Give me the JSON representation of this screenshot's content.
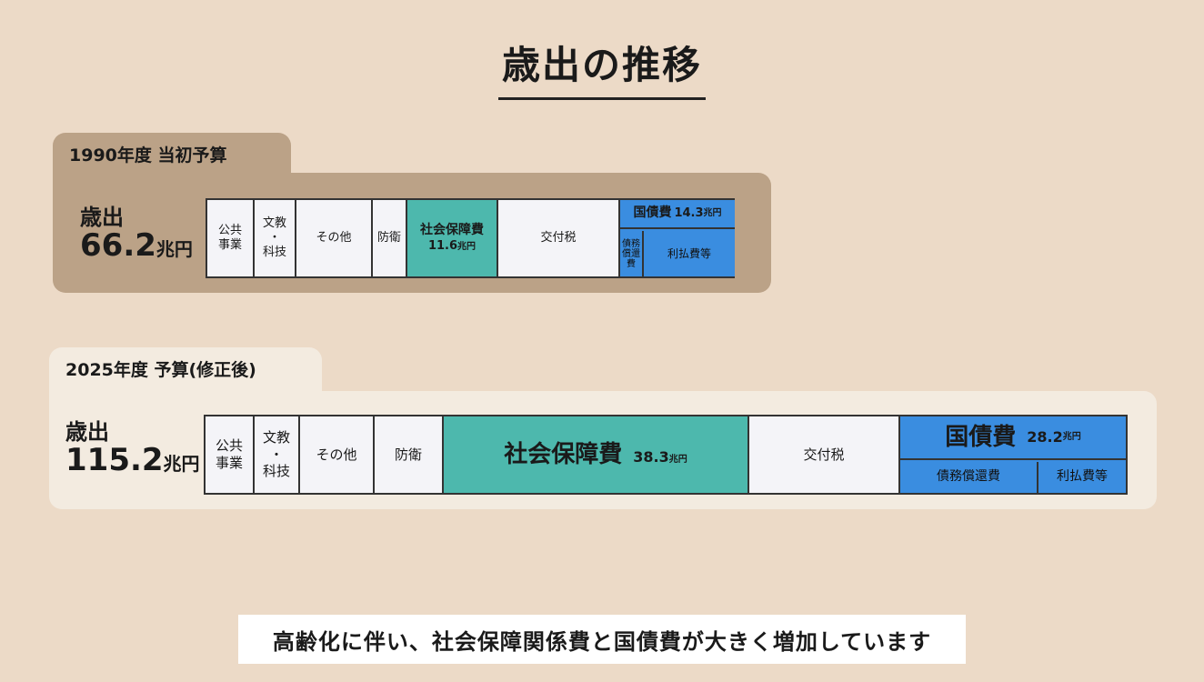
{
  "title": "歳出の推移",
  "caption": "高齢化に伴い、社会保障関係費と国債費が大きく増加しています",
  "colors": {
    "background": "#ecdac7",
    "panel1": "#bba287",
    "panel2": "#f3ebe0",
    "social": "#4db8ad",
    "debt": "#3a8de0",
    "other": "#f4f4f8"
  },
  "chart_data": [
    {
      "type": "bar",
      "label": "1990年度 当初予算",
      "total_label": "歳出",
      "total_value": "66.2",
      "total_unit": "兆円",
      "total": 66.2,
      "segments": [
        {
          "label": "公共\n事業"
        },
        {
          "label": "文教\n・\n科技"
        },
        {
          "label": "その他"
        },
        {
          "label": "防衛"
        },
        {
          "label": "社会保障費",
          "value": 11.6,
          "value_text": "11.6",
          "unit": "兆円"
        },
        {
          "label": "交付税"
        },
        {
          "label": "国債費",
          "value": 14.3,
          "value_text": "14.3",
          "unit": "兆円",
          "sub": [
            "債務\n償還\n費",
            "利払費等"
          ]
        }
      ]
    },
    {
      "type": "bar",
      "label": "2025年度 予算(修正後)",
      "total_label": "歳出",
      "total_value": "115.2",
      "total_unit": "兆円",
      "total": 115.2,
      "segments": [
        {
          "label": "公共\n事業"
        },
        {
          "label": "文教\n・\n科技"
        },
        {
          "label": "その他"
        },
        {
          "label": "防衛"
        },
        {
          "label": "社会保障費",
          "value": 38.3,
          "value_text": "38.3",
          "unit": "兆円"
        },
        {
          "label": "交付税"
        },
        {
          "label": "国債費",
          "value": 28.2,
          "value_text": "28.2",
          "unit": "兆円",
          "sub": [
            "債務償還費",
            "利払費等"
          ]
        }
      ]
    }
  ]
}
